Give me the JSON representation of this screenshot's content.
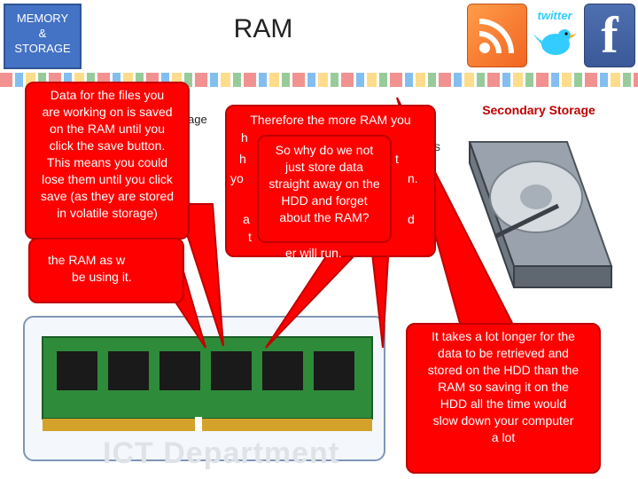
{
  "header": {
    "badge_lines": [
      "MEMORY",
      "&",
      "STORAGE"
    ],
    "title": "RAM"
  },
  "icons": {
    "rss": "rss-icon",
    "twitter": "twitter-bird-icon",
    "facebook": "facebook-icon"
  },
  "twitter_word": "twitter",
  "facebook_letter": "f",
  "labels": {
    "secondary_storage": "Secondary Storage",
    "primary_storage_fragment": "age"
  },
  "watermark": "ICT Department",
  "callouts": {
    "data_files": [
      "Data for the files you",
      "are working on is saved",
      "on the RAM until you",
      "click the save button.",
      "This means you could",
      "lose them until you click",
      "save (as they are stored",
      "in volatile storage)"
    ],
    "ghost_lines": [
      "the RAM as w",
      "be using it."
    ],
    "therefore_top": "Therefore the more RAM you",
    "therefore_fragments": [
      "h",
      "s",
      "h",
      "t",
      "yo",
      "n.",
      "a",
      "d",
      "t",
      "er will run."
    ],
    "so_why": [
      "So why do we not",
      "just store data",
      "straight away on the",
      "HDD and forget",
      "about the RAM?"
    ],
    "takes_longer": [
      "It takes a lot longer for the",
      "data to be retrieved and",
      "stored on the HDD than the",
      "RAM so saving it on the",
      "HDD all the time would",
      "slow down your computer",
      "a lot"
    ]
  },
  "colors": {
    "callout_red": "#ff0000",
    "callout_border": "#c00000",
    "badge_blue": "#4472c4",
    "secondary_label": "#c00000"
  }
}
